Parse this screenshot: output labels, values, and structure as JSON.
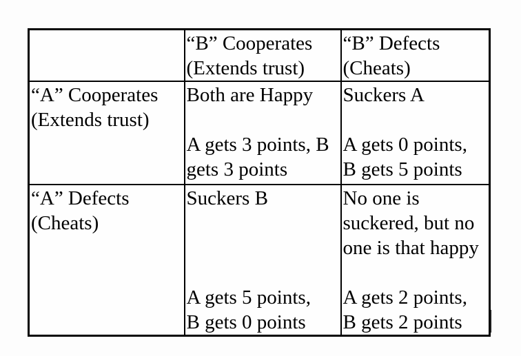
{
  "colors": {
    "page_background": "#fdfdfd",
    "table_border": "#000000",
    "text": "#000000"
  },
  "table": {
    "description": "Prisoner's dilemma payoff matrix",
    "header": [
      "",
      "“B” Cooperates\n(Extends trust)",
      "“B” Defects\n(Cheats)"
    ],
    "rows": [
      [
        "“A” Cooperates\n(Extends trust)",
        "Both are Happy\n\nA gets 3 points, B\ngets 3 points",
        "Suckers A\n\nA gets 0 points,\nB gets 5 points"
      ],
      [
        "“A” Defects\n(Cheats)",
        "Suckers B\n\n\n\nA gets 5 points,\nB gets 0 points",
        "No one is\nsuckered, but no\none is that happy\n\nA gets 2 points,\nB gets 2 points"
      ]
    ]
  }
}
